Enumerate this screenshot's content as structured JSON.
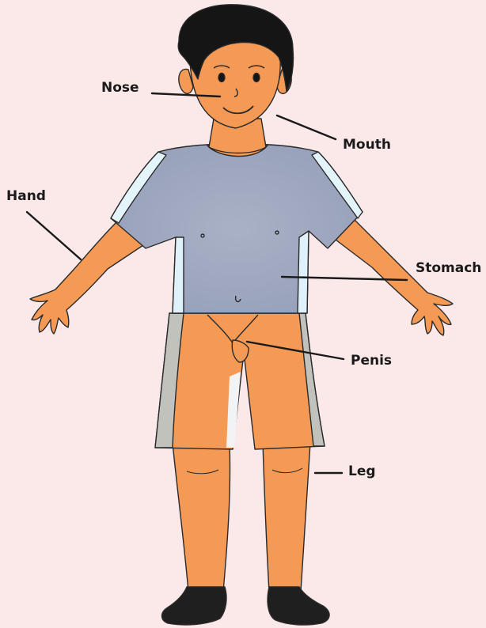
{
  "labels": {
    "nose": "Nose",
    "mouth": "Mouth",
    "hand": "Hand",
    "stomach": "Stomach",
    "penis": "Penis",
    "leg": "Leg"
  },
  "colors": {
    "background": "#fbe9e9",
    "skin": "#f59a55",
    "shirt": "#a1abc2",
    "shirt_trim": "#e4f4fb",
    "shorts_side": "#c2c2bd",
    "hair": "#151515",
    "shoes": "#1f1f1f",
    "outline": "#2a2a2a",
    "leader_line": "#1a1a1a"
  }
}
